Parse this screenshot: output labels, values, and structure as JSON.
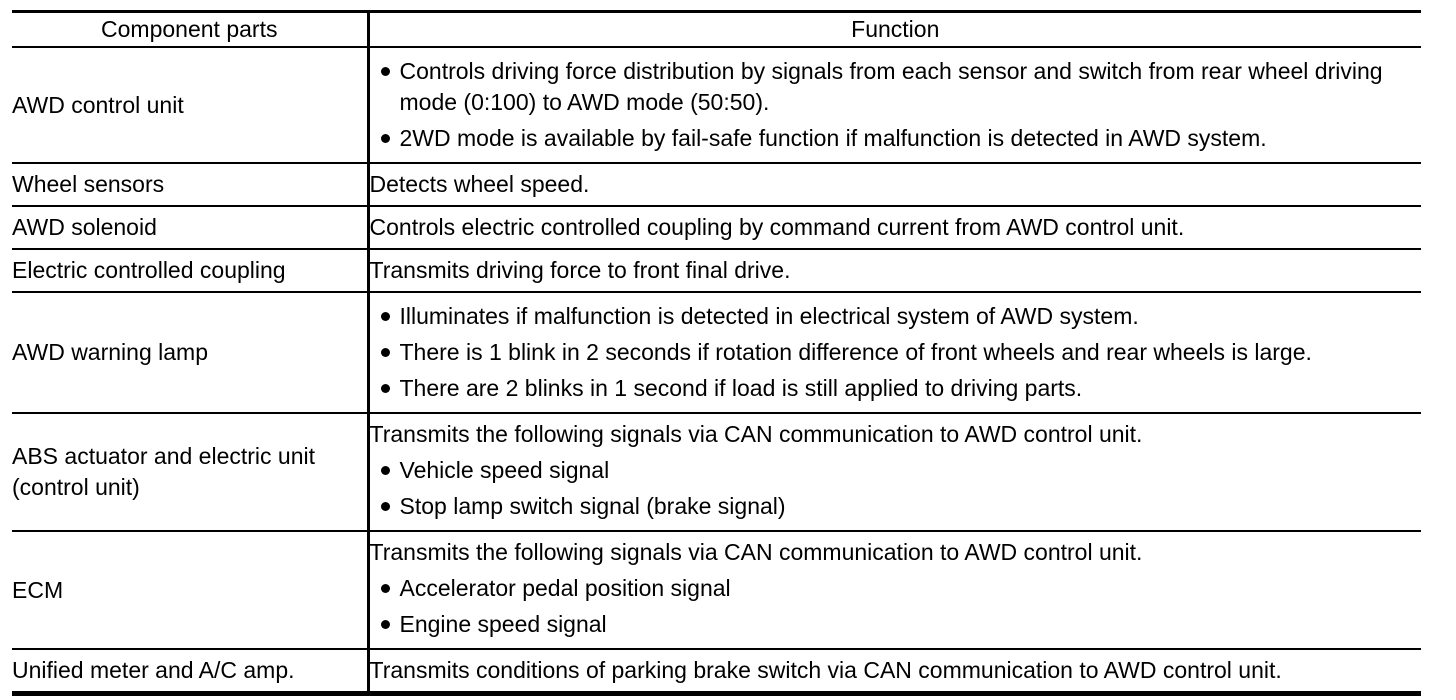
{
  "colors": {
    "text": "#000000",
    "background": "#ffffff",
    "border": "#000000"
  },
  "table": {
    "headers": [
      "Component parts",
      "Function"
    ],
    "rows": [
      {
        "component": "AWD control unit",
        "functions": [
          {
            "type": "bullet",
            "text": "Controls driving force distribution by signals from each sensor and switch from rear wheel driving mode (0:100) to AWD mode (50:50)."
          },
          {
            "type": "bullet",
            "text": "2WD mode is available by fail-safe function if malfunction is detected in AWD system."
          }
        ]
      },
      {
        "component": "Wheel sensors",
        "functions": [
          {
            "type": "text",
            "text": "Detects wheel speed."
          }
        ]
      },
      {
        "component": "AWD solenoid",
        "functions": [
          {
            "type": "text",
            "text": "Controls electric controlled coupling by command current from AWD control unit."
          }
        ]
      },
      {
        "component": "Electric controlled coupling",
        "functions": [
          {
            "type": "text",
            "text": "Transmits driving force to front final drive."
          }
        ]
      },
      {
        "component": "AWD warning lamp",
        "functions": [
          {
            "type": "bullet",
            "text": "Illuminates if malfunction is detected in electrical system of AWD system."
          },
          {
            "type": "bullet",
            "text": "There is 1 blink in 2 seconds if rotation difference of front wheels and rear wheels is large."
          },
          {
            "type": "bullet",
            "text": "There are 2 blinks in 1 second if load is still applied to driving parts."
          }
        ]
      },
      {
        "component": "ABS actuator and electric unit (control unit)",
        "functions": [
          {
            "type": "text",
            "text": "Transmits the following signals via CAN communication to AWD control unit."
          },
          {
            "type": "bullet",
            "text": "Vehicle speed signal"
          },
          {
            "type": "bullet",
            "text": "Stop lamp switch signal (brake signal)"
          }
        ]
      },
      {
        "component": "ECM",
        "functions": [
          {
            "type": "text",
            "text": "Transmits the following signals via CAN communication to AWD control unit."
          },
          {
            "type": "bullet",
            "text": "Accelerator pedal position signal"
          },
          {
            "type": "bullet",
            "text": "Engine speed signal"
          }
        ]
      },
      {
        "component": "Unified meter and A/C amp.",
        "functions": [
          {
            "type": "text",
            "text": "Transmits conditions of parking brake switch via CAN communication to AWD control unit."
          }
        ]
      }
    ]
  }
}
